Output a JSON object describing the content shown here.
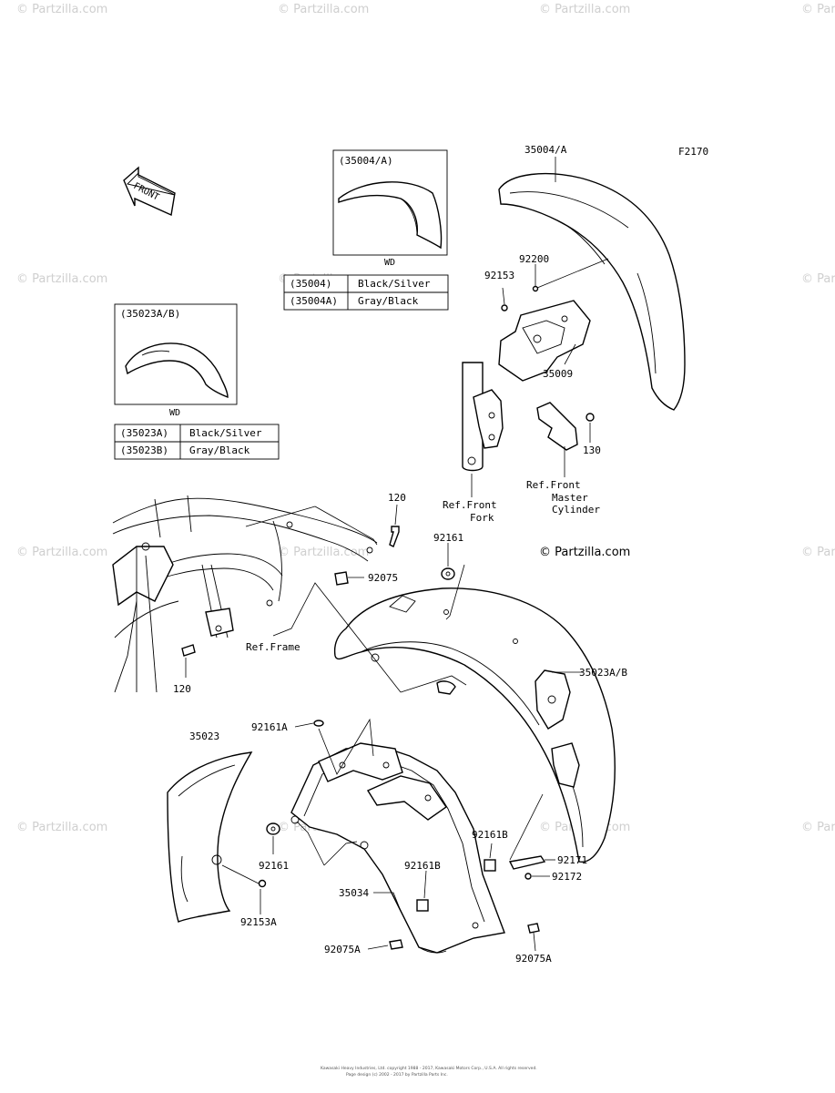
{
  "diagram_id": "F2170",
  "watermark": "© Partzilla.com",
  "front_arrow_label": "FRONT",
  "inset_front_fender": {
    "title": "(35004/A)",
    "note": "WD",
    "rows": [
      {
        "code": "(35004)",
        "color": "Black/Silver"
      },
      {
        "code": "(35004A)",
        "color": "Gray/Black"
      }
    ]
  },
  "inset_rear_fender": {
    "title": "(35023A/B)",
    "note": "WD",
    "rows": [
      {
        "code": "(35023A)",
        "color": "Black/Silver"
      },
      {
        "code": "(35023B)",
        "color": "Gray/Black"
      }
    ]
  },
  "labels": {
    "p35004A": "35004/A",
    "p92200": "92200",
    "p92153": "92153",
    "p35009": "35009",
    "p130": "130",
    "ref_front_fork_1": "Ref.Front",
    "ref_front_fork_2": "Fork",
    "ref_master_1": "Ref.Front",
    "ref_master_2": "Master",
    "ref_master_3": "Cylinder",
    "p120_top": "120",
    "p92161_top": "92161",
    "p92075": "92075",
    "ref_frame": "Ref.Frame",
    "p120_bot": "120",
    "p35023AB": "35023A/B",
    "p92161A": "92161A",
    "p35023": "35023",
    "p92161_bot": "92161",
    "p92161B_right": "92161B",
    "p92161B_mid": "92161B",
    "p92171": "92171",
    "p92172": "92172",
    "p35034": "35034",
    "p92153A": "92153A",
    "p92075A_left": "92075A",
    "p92075A_right": "92075A"
  },
  "footer_1": "Kawasaki Heavy Industries, Ltd. copyright 1988 - 2017, Kawasaki Motors Corp., U.S.A. All rights reserved.",
  "footer_2": "Page design (c) 2002 - 2017 by Partzilla Parts Inc."
}
